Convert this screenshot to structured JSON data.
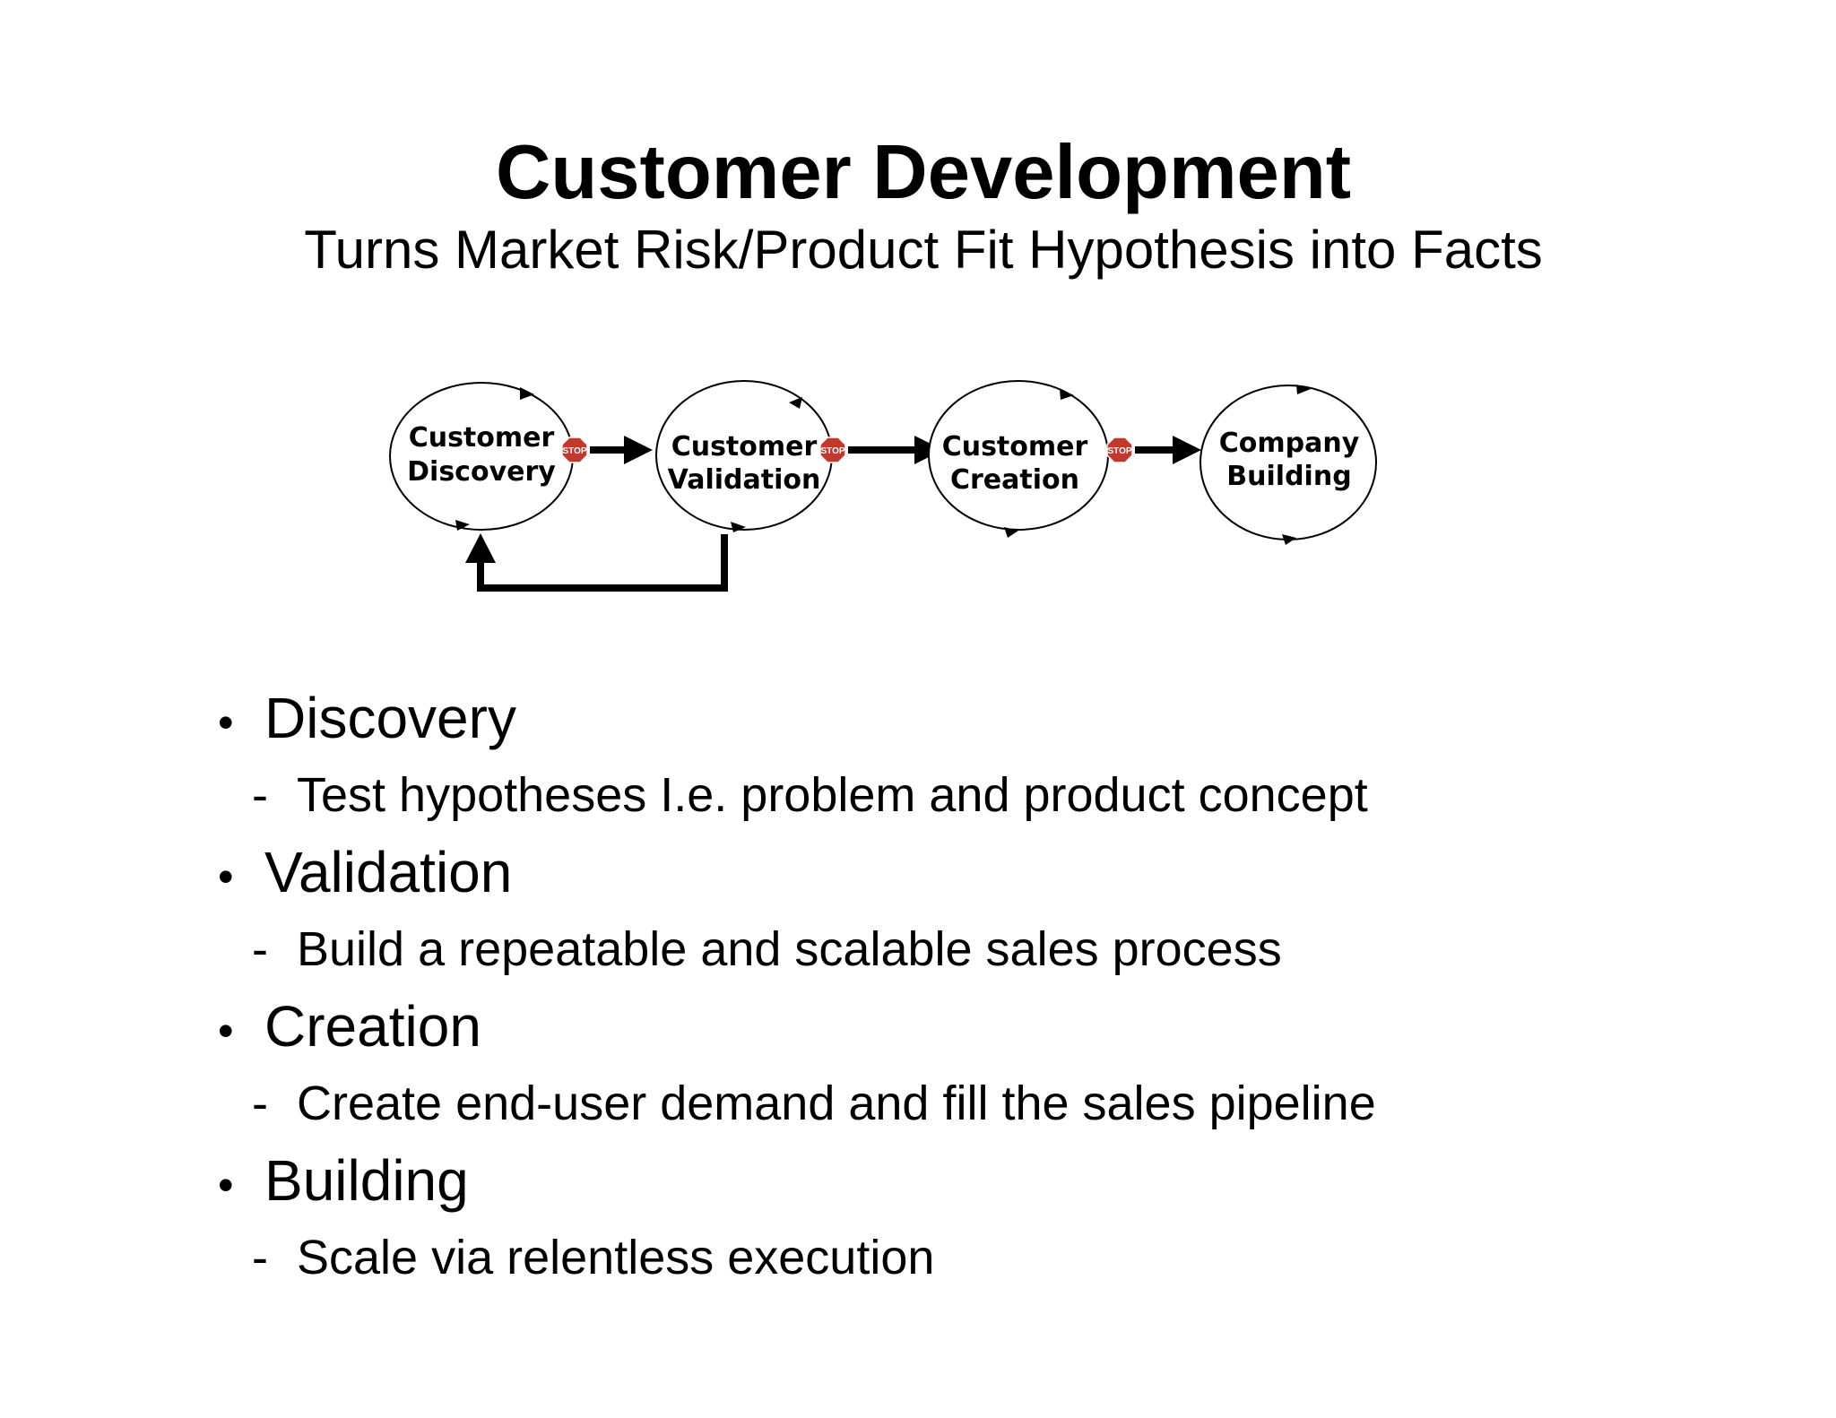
{
  "slide": {
    "title": "Customer Development",
    "subtitle": "Turns Market Risk/Product Fit Hypothesis into Facts"
  },
  "diagram": {
    "nodes": [
      {
        "line1": "Customer",
        "line2": "Discovery"
      },
      {
        "line1": "Customer",
        "line2": "Validation"
      },
      {
        "line1": "Customer",
        "line2": "Creation"
      },
      {
        "line1": "Company",
        "line2": "Building"
      }
    ],
    "stop_sign_text": "STOP",
    "stop_sign_color": "#c0392b"
  },
  "bullets": [
    {
      "label": "Discovery",
      "detail": "Test hypotheses I.e. problem and product concept"
    },
    {
      "label": "Validation",
      "detail": "Build a repeatable and scalable sales process"
    },
    {
      "label": "Creation",
      "detail": "Create end-user demand and fill the sales pipeline"
    },
    {
      "label": "Building",
      "detail": "Scale via relentless execution"
    }
  ],
  "glyphs": {
    "bullet": "•",
    "dash": "-"
  }
}
